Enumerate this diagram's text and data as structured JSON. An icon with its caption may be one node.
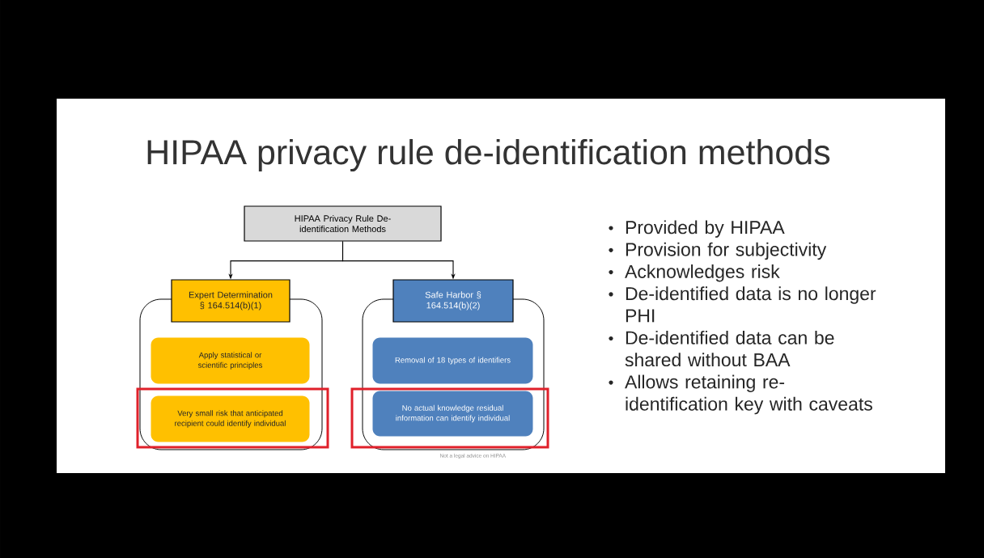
{
  "diagram": {
    "title": "HIPAA privacy rule de-identification methods",
    "nodes": [
      {
        "text": [
          "HIPAA Privacy Rule De-identification Methods"
        ]
      },
      {
        "text": [
          "Expert Determination § 164.514(b)(1)"
        ]
      },
      {
        "text": [],
        "shape": "box"
      },
      {
        "text": [
          "Apply statistical or scientific principles"
        ],
        "in": 2
      },
      {
        "text": [
          "Very small risk that anticipated recipient could identify individual"
        ],
        "in": 2
      },
      {
        "text": [
          "Safe Harbor § 164.514(b)(2)"
        ]
      },
      {
        "text": [],
        "shape": "box"
      },
      {
        "text": [
          "Removal of 18 types of identifiers"
        ],
        "in": 6
      },
      {
        "text": [
          "No actual knowledge residual information can identify individual"
        ],
        "in": 6
      }
    ],
    "edges": [
      {
        "from": 0,
        "to": 1,
        "arrow": "to"
      },
      {
        "from": 0,
        "to": 5,
        "arrow": "to"
      }
    ],
    "labels": [
      "Provided by HIPAA",
      "Provision for subjectivity",
      "Acknowledges risk",
      "De-identified data is no longer PHI",
      "De-identified data can be shared without BAA",
      "Allows retaining re-identification key with caveats",
      "Not a legal advice on HIPAA"
    ]
  }
}
